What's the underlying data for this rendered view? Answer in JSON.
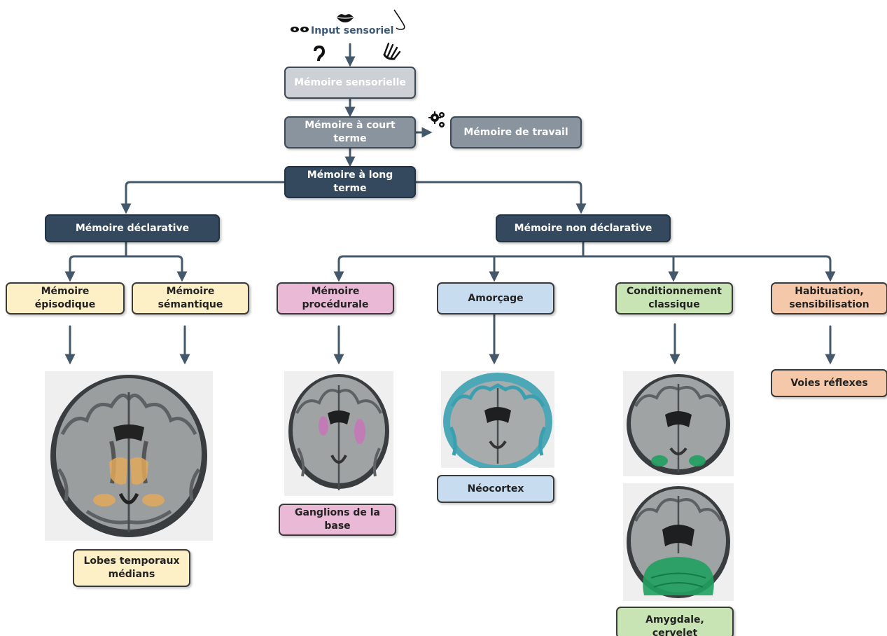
{
  "input": {
    "label": "Input sensoriel"
  },
  "memory": {
    "sensorielle": "Mémoire sensorielle",
    "court_terme": "Mémoire à court terme",
    "travail": "Mémoire de travail",
    "long_terme": "Mémoire à long terme",
    "declarative": "Mémoire déclarative",
    "non_declarative": "Mémoire non déclarative"
  },
  "types": {
    "episodique": "Mémoire épisodique",
    "semantique": "Mémoire sémantique",
    "procedurale": "Mémoire procédurale",
    "amorcage": "Amorçage",
    "conditionnement": "Conditionnement classique",
    "habituation": "Habituation, sensibilisation"
  },
  "regions": {
    "lobes": "Lobes temporaux médians",
    "ganglions": "Ganglions de la base",
    "neocortex": "Néocortex",
    "amygdale": "Amygdale, cervelet",
    "voies": "Voies réflexes"
  },
  "colors": {
    "dark_node": "#34495e",
    "mid_node": "#8a949e",
    "light_node": "#cdd1d5",
    "declarative_fill": "#fdefc6",
    "procedural_fill": "#e9b9d6",
    "priming_fill": "#c8dcf0",
    "conditioning_fill": "#c9e4b4",
    "habituation_fill": "#f6c8aa",
    "connector": "#44586b",
    "highlight_temporal": "#e0a85a",
    "highlight_basal": "#c875b8",
    "highlight_neocortex": "#3aa0b0",
    "highlight_amygdala": "#20a060"
  },
  "icons": [
    "eyes-icon",
    "lips-icon",
    "nose-icon",
    "ear-icon",
    "hand-icon",
    "gears-icon"
  ]
}
